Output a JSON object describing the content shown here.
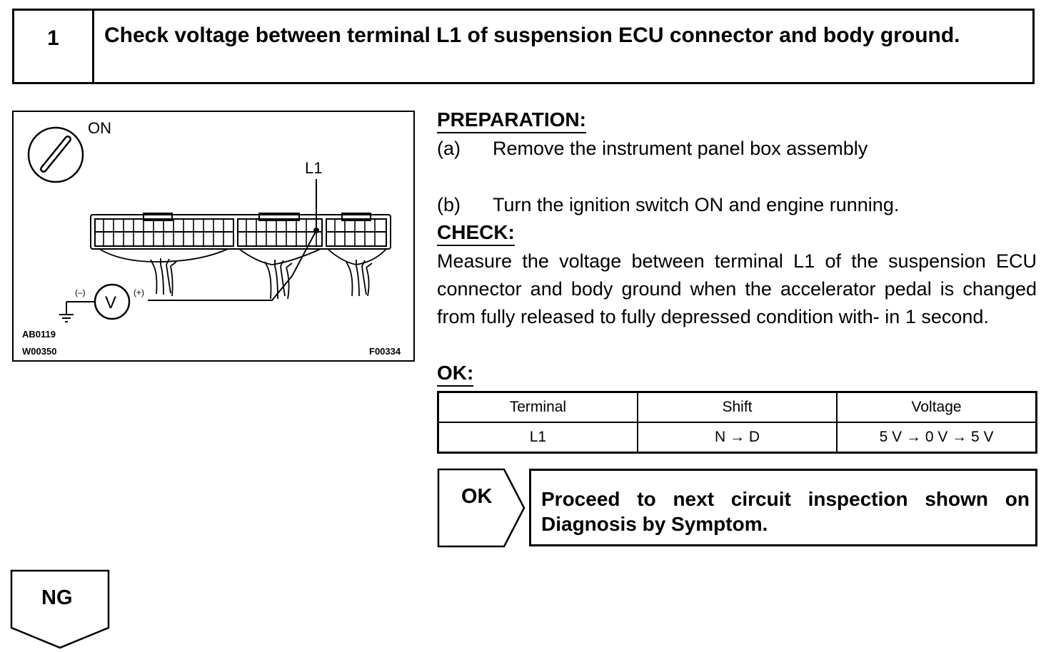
{
  "step": {
    "number": "1",
    "title": "Check voltage between terminal L1 of suspension ECU connector and body ground."
  },
  "figure": {
    "ignition_state": "ON",
    "terminal_label": "L1",
    "negative_lead": "(–)",
    "positive_lead": "(+)",
    "meter_symbol": "V",
    "codes": [
      "AB0119",
      "W00350",
      "F00334"
    ]
  },
  "preparation": {
    "heading": "PREPARATION:",
    "steps": [
      {
        "label": "(a)",
        "text": "Remove the instrument panel box assembly"
      },
      {
        "label": "(b)",
        "text": "Turn the ignition switch ON and engine running."
      }
    ]
  },
  "check": {
    "heading": "CHECK:",
    "text": "Measure the voltage between terminal L1 of the suspension ECU connector and body ground when the accelerator pedal is changed from fully released to fully depressed condition with- in 1 second."
  },
  "ok_spec": {
    "heading": "OK:",
    "columns": [
      "Terminal",
      "Shift",
      "Voltage"
    ],
    "rows": [
      [
        "L1",
        "N → D",
        "5 V → 0 V → 5 V"
      ]
    ]
  },
  "ok_branch": {
    "label": "OK",
    "result": "Proceed to next circuit inspection shown on Diagnosis by Symptom."
  },
  "ng_branch": {
    "label": "NG"
  }
}
